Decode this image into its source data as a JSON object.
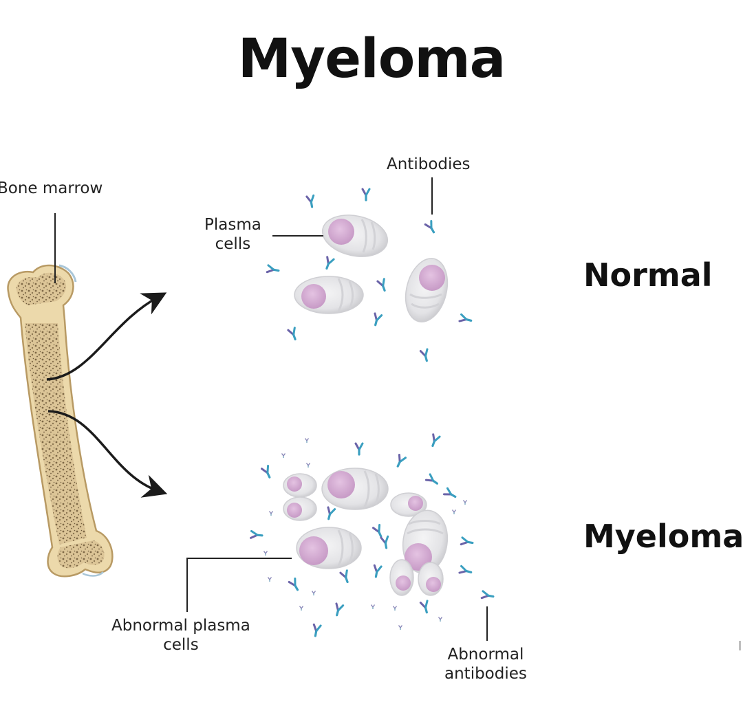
{
  "title": "Myeloma",
  "states": {
    "normal": "Normal",
    "myeloma": "Myeloma"
  },
  "labels": {
    "bone_marrow": "Bone marrow",
    "antibodies": "Antibodies",
    "plasma_cells": [
      "Plasma",
      "cells"
    ],
    "abnormal_plasma_cells": [
      "Abnormal plasma",
      "cells"
    ],
    "abnormal_antibodies": [
      "Abnormal",
      "antibodies"
    ]
  },
  "colors": {
    "bone_fill": "#ecd9ab",
    "bone_outline": "#b89a64",
    "marrow_dots": "#6b5434",
    "cell_body": "#e6e6e8",
    "cell_shade": "#c9c9cc",
    "nucleus": "#d6b2d6",
    "antibody_stem": "#3a9fc0",
    "antibody_arms": "#6a63a8",
    "arrow": "#1b1b1b"
  }
}
